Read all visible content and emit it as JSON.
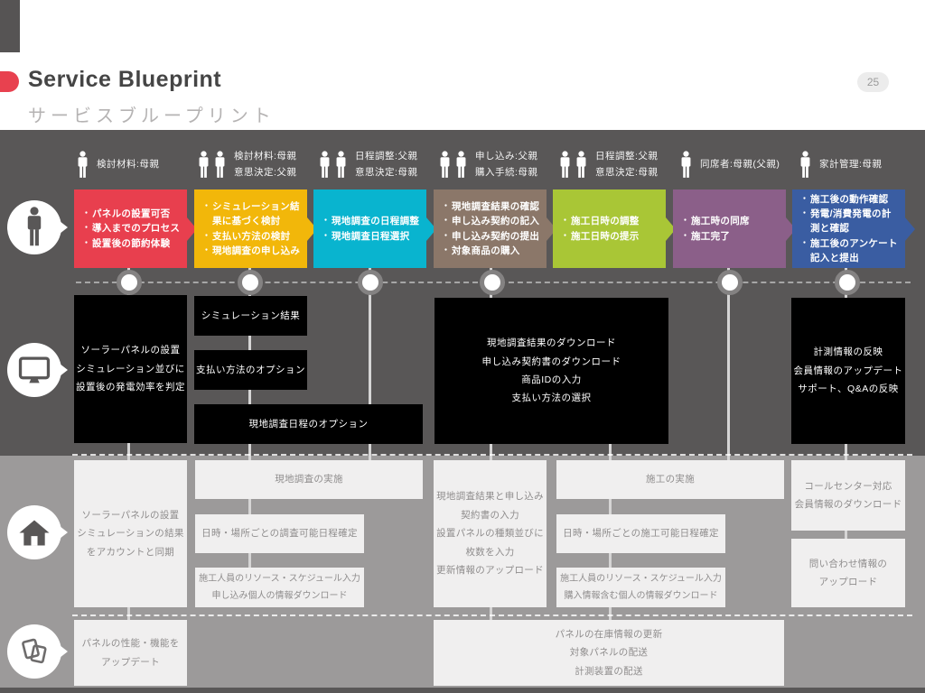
{
  "page": {
    "number": "25"
  },
  "header": {
    "title": "Service Blueprint",
    "subtitle": "サービスブループリント"
  },
  "colors": {
    "accent_red": "#e8414f",
    "band_dark": "#595757",
    "band_light": "#9c9a9a",
    "stage_red": "#e83f4e",
    "stage_yellow": "#f2b70a",
    "stage_teal": "#09b4cf",
    "stage_brown": "#8b7769",
    "stage_green": "#a9c636",
    "stage_purple": "#8b5f89",
    "stage_blue": "#3a5da2"
  },
  "personas": [
    {
      "icons": 1,
      "lines": [
        "検討材料:母親",
        ""
      ]
    },
    {
      "icons": 2,
      "lines": [
        "検討材料:母親",
        "意思決定:父親"
      ]
    },
    {
      "icons": 2,
      "lines": [
        "日程調整:父親",
        "意思決定:母親"
      ]
    },
    {
      "icons": 2,
      "lines": [
        "申し込み:父親",
        "購入手続:母親"
      ]
    },
    {
      "icons": 2,
      "lines": [
        "日程調整:父親",
        "意思決定:母親"
      ]
    },
    {
      "icons": 1,
      "lines": [
        "同席者:母親(父親)",
        ""
      ]
    },
    {
      "icons": 1,
      "lines": [
        "家計管理:母親",
        ""
      ]
    }
  ],
  "stages": [
    {
      "color": "#e83f4e",
      "items": [
        "パネルの設置可否",
        "導入までのプロセス",
        "設置後の節約体験"
      ]
    },
    {
      "color": "#f2b70a",
      "items": [
        "シミュレーション結果に基づく検討",
        "支払い方法の検討",
        "現地調査の申し込み"
      ]
    },
    {
      "color": "#09b4cf",
      "items": [
        "現地調査の日程調整",
        "現地調査日程選択"
      ]
    },
    {
      "color": "#8b7769",
      "items": [
        "現地調査結果の確認",
        "申し込み契約の記入",
        "申し込み契約の提出",
        "対象商品の購入"
      ]
    },
    {
      "color": "#a9c636",
      "items": [
        "施工日時の調整",
        "施工日時の提示"
      ]
    },
    {
      "color": "#8b5f89",
      "items": [
        "施工時の同席",
        "施工完了"
      ]
    },
    {
      "color": "#3a5da2",
      "items": [
        "施工後の動作確認",
        "発電/消費発電の計測と確認",
        "施工後のアンケート記入と提出"
      ]
    }
  ],
  "digital": {
    "b1": "ソーラーパネルの設置\nシミュレーション並びに\n設置後の発電効率を判定",
    "b2": "シミュレーション結果",
    "b3": "支払い方法のオプション",
    "b4": "現地調査日程のオプション",
    "b5": "現地調査結果のダウンロード\n申し込み契約書のダウンロード\n商品IDの入力\n支払い方法の選択",
    "b6": "計測情報の反映\n会員情報のアップデート\nサポート、Q&Aの反映"
  },
  "internal": {
    "b1": "ソーラーパネルの設置\nシミュレーションの結果\nをアカウントと同期",
    "b2": "現地調査の実施",
    "b3": "日時・場所ごとの調査可能日程確定",
    "b4": "施工人員のリソース・スケジュール入力\n申し込み個人の情報ダウンロード",
    "b5": "現地調査結果と申し込み\n契約書の入力\n設置パネルの種類並びに\n枚数を入力\n更新情報のアップロード",
    "b6": "施工の実施",
    "b7": "日時・場所ごとの施工可能日程確定",
    "b8": "施工人員のリソース・スケジュール入力\n購入情報含む個人の情報ダウンロード",
    "b9": "コールセンター対応\n会員情報のダウンロード",
    "b10": "問い合わせ情報の\nアップロード"
  },
  "support": {
    "b1": "パネルの性能・機能を\nアップデート",
    "b2": "パネルの在庫情報の更新\n対象パネルの配送\n計測装置の配送"
  },
  "lane_icons": [
    "person-icon",
    "monitor-icon",
    "home-icon",
    "cards-icon"
  ]
}
